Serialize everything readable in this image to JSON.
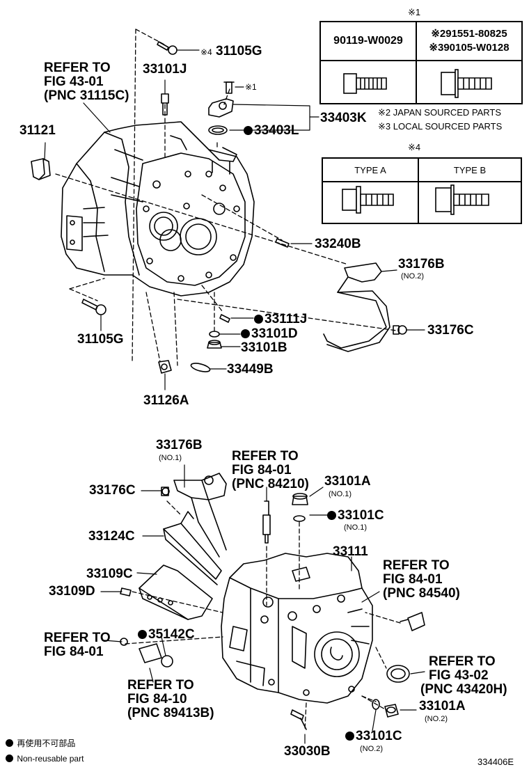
{
  "top": {
    "labels": {
      "p31105g_top": "31105G",
      "p33101j": "33101J",
      "refer_a_1": "REFER TO",
      "refer_a_2": "FIG 43-01",
      "refer_a_3": "(PNC 31115C)",
      "p31121": "31121",
      "p33403k": "33403K",
      "p33403l": "33403L",
      "p33240b": "33240B",
      "p33176b": "33176B",
      "p33176b_sub": "(NO.2)",
      "p33176c": "33176C",
      "p33111j": "33111J",
      "p33101d": "33101D",
      "p33101b": "33101B",
      "p33449b": "33449B",
      "p31105g_bot": "31105G",
      "p31126a": "31126A",
      "mark4": "※4",
      "mark1": "※1"
    }
  },
  "table1": {
    "mark": "※1",
    "col1": "90119-W0029",
    "col2_line1": "※291551-80825",
    "col2_line2": "※390105-W0128"
  },
  "notes": {
    "n2": "※2 JAPAN SOURCED PARTS",
    "n3": "※3 LOCAL SOURCED PARTS"
  },
  "table2": {
    "mark": "※4",
    "col1": "TYPE A",
    "col2": "TYPE B"
  },
  "bottom": {
    "labels": {
      "p33176b": "33176B",
      "p33176b_sub": "(NO.1)",
      "refer_b_1": "REFER TO",
      "refer_b_2": "FIG 84-01",
      "refer_b_3": "(PNC 84210)",
      "p33101a_top": "33101A",
      "p33101a_top_sub": "(NO.1)",
      "p33176c": "33176C",
      "p33101c_top": "33101C",
      "p33101c_top_sub": "(NO.1)",
      "p33124c": "33124C",
      "p33111": "33111",
      "refer_c_1": "REFER TO",
      "refer_c_2": "FIG 84-01",
      "refer_c_3": "(PNC 84540)",
      "p33109c": "33109C",
      "p33109d": "33109D",
      "refer_d_1": "REFER TO",
      "refer_d_2": "FIG 84-01",
      "p35142c": "35142C",
      "refer_e_1": "REFER TO",
      "refer_e_2": "FIG 84-10",
      "refer_e_3": "(PNC 89413B)",
      "refer_f_1": "REFER TO",
      "refer_f_2": "FIG 43-02",
      "refer_f_3": "(PNC 43420H)",
      "p33101a_bot": "33101A",
      "p33101a_bot_sub": "(NO.2)",
      "p33030b": "33030B",
      "p33101c_bot": "33101C",
      "p33101c_bot_sub": "(NO.2)"
    }
  },
  "legend": {
    "jp": "再使用不可部品",
    "en": "Non-reusable part"
  },
  "diagram_id": "334406E"
}
